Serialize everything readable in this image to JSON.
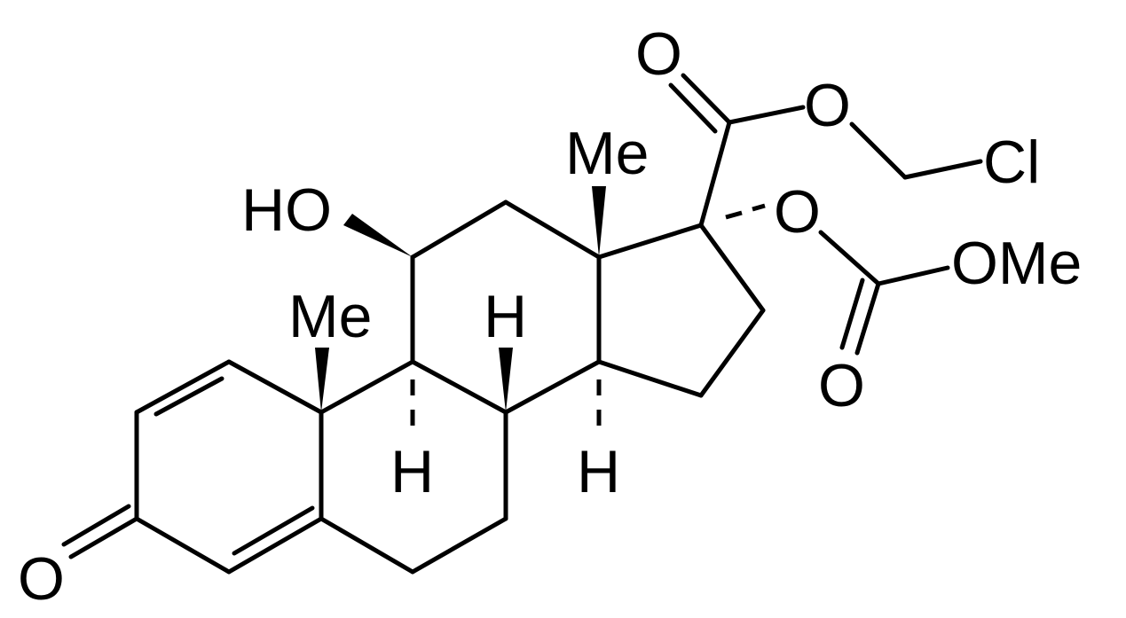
{
  "molecule": {
    "labels": {
      "carbonyl_o_ester": "O",
      "ester_o": "O",
      "chloro": "Cl",
      "c13_methyl": "Me",
      "hydroxyl": "HO",
      "c17_o": "O",
      "methoxy": "OMe",
      "c10_methyl": "Me",
      "c8_h": "H",
      "carbonate_o": "O",
      "c9_h": "H",
      "c14_h": "H",
      "ketone_o": "O"
    },
    "colors": {
      "ink": "#000000",
      "background": "#ffffff"
    }
  }
}
